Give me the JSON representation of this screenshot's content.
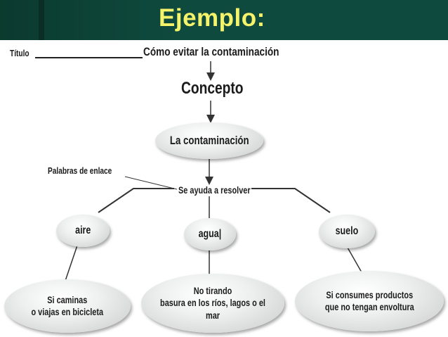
{
  "header": {
    "title": "Ejemplo:"
  },
  "diagram": {
    "titulo_label": "Título",
    "titulo_text": "Cómo evitar la contaminación",
    "concepto_label": "Concepto",
    "main_concept": "La contaminación",
    "palabras_label": "Palabras de enlace",
    "link_phrase": "Se ayuda a resolver",
    "subconcepts": [
      {
        "label": "aire",
        "detail_line1": "Si caminas",
        "detail_line2": "o viajas en bicicleta"
      },
      {
        "label": "agua|",
        "detail_line1": "No tirando",
        "detail_line2": "basura en los ríos, lagos o el mar"
      },
      {
        "label": "suelo",
        "detail_line1": "Si consumes productos",
        "detail_line2": "que no tengan envoltura"
      }
    ]
  }
}
